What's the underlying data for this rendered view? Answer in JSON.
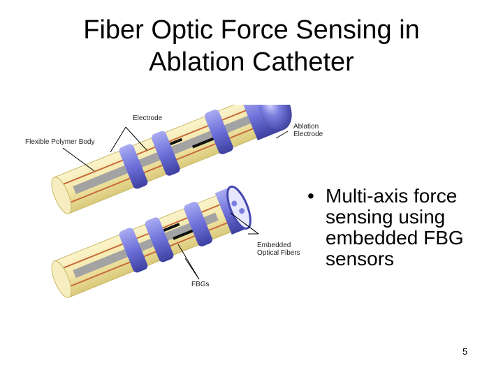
{
  "slide": {
    "title_lines": [
      "Fiber Optic Force Sensing in",
      "Ablation Catheter"
    ],
    "figure": {
      "labels": {
        "electrode": "Electrode",
        "flexible_polymer_body": "Flexible Polymer Body",
        "ablation_electrode_line1": "Ablation",
        "ablation_electrode_line2": "Electrode",
        "embedded_optical_fibers_line1": "Embedded",
        "embedded_optical_fibers_line2": "Optical Fibers",
        "fbgs": "FBGs"
      },
      "colors": {
        "body": "#f2e7a8",
        "body_edge": "#c9b865",
        "electrode": "#7c7fe0",
        "electrode_dark": "#4548b0",
        "fiber_copper": "#c86a3a",
        "rod_grey": "#9a9a9a"
      }
    },
    "bullets": [
      {
        "marker": "•",
        "lines": [
          "Multi-axis force",
          "sensing using",
          "embedded FBG",
          "sensors"
        ]
      }
    ],
    "page_number": "5"
  }
}
